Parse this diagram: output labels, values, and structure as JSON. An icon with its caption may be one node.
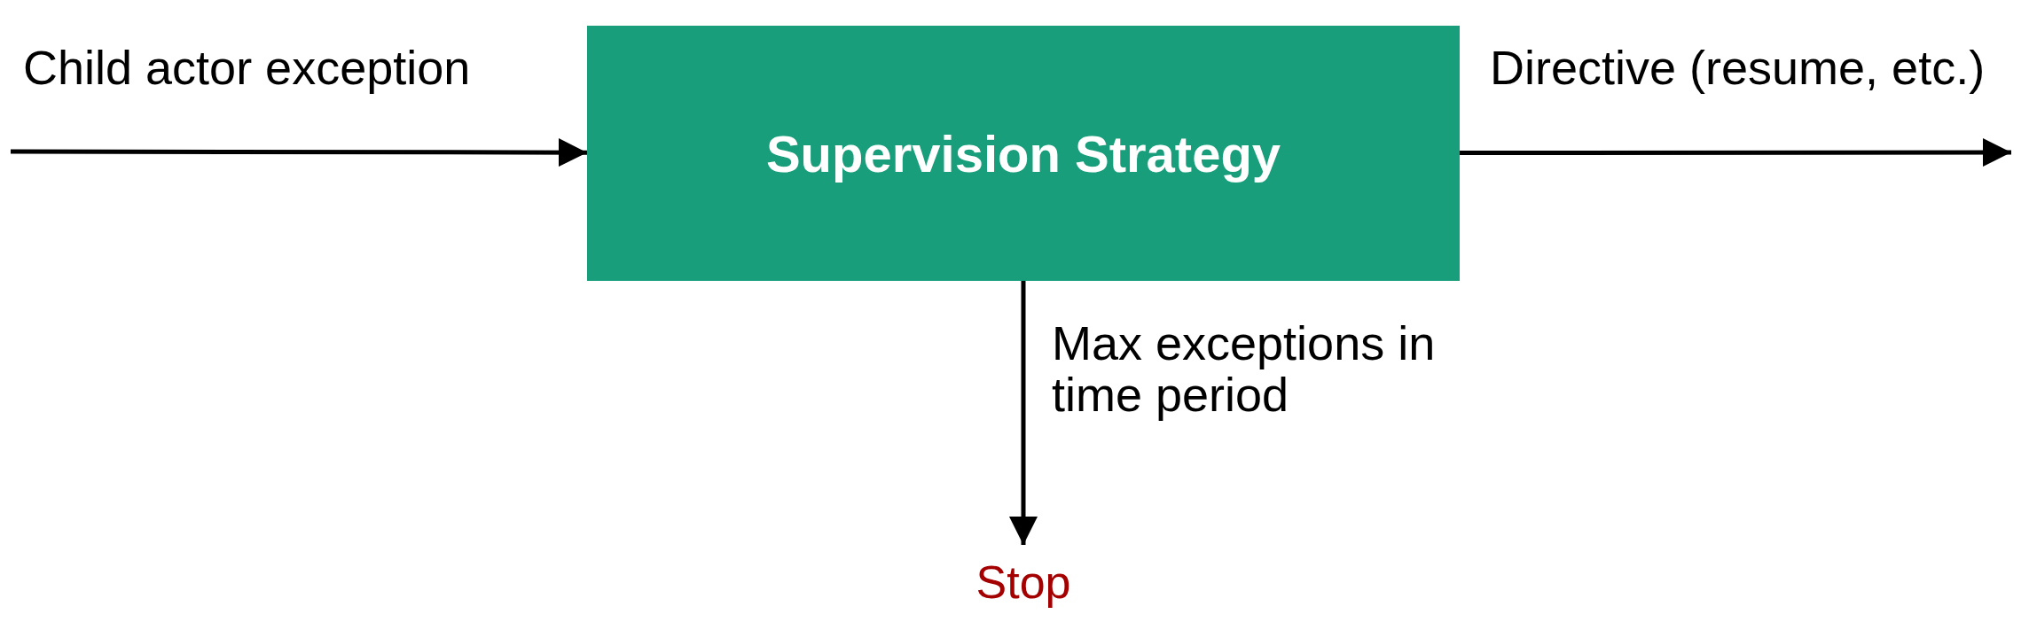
{
  "diagram": {
    "nodes": [
      {
        "text": [
          "Supervision Strategy"
        ]
      },
      {
        "text": [
          "Stop"
        ]
      }
    ],
    "edges": [
      {
        "from": null,
        "to": 0,
        "arrow": "to",
        "label": "Child actor exception"
      },
      {
        "from": 0,
        "to": null,
        "arrow": "to",
        "label": "Directive (resume, etc.)"
      },
      {
        "from": 0,
        "to": 1,
        "arrow": "to",
        "label": "Max exceptions in time period"
      }
    ]
  }
}
